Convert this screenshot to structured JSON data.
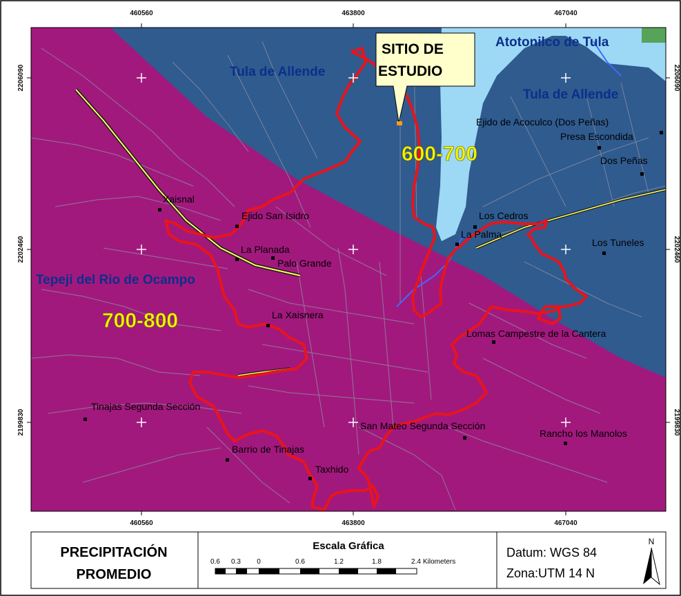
{
  "map": {
    "colors": {
      "zone_700_800": "#a2197e",
      "zone_600_700": "#2f5b8f",
      "water_body": "#9dd8f5",
      "roads": "#8a8a9c",
      "study_boundary": "#e8141c",
      "highway": "#ffff66"
    },
    "ticks_x": [
      "460560",
      "463800",
      "467040"
    ],
    "ticks_y": [
      "2206090",
      "2202460",
      "2199830"
    ],
    "precipitation_labels": {
      "high": "700-800",
      "low": "600-700"
    },
    "municipalities": [
      {
        "id": "tula-left",
        "name": "Tula de Allende"
      },
      {
        "id": "atotonilco",
        "name": "Atotonilco de Tula"
      },
      {
        "id": "tula-right",
        "name": "Tula de Allende"
      },
      {
        "id": "tepeji",
        "name": "Tepeji del Rio de Ocampo"
      }
    ],
    "places": [
      {
        "id": "ejido-acoculco",
        "name": "Ejido de Acoculco (Dos Peñas)"
      },
      {
        "id": "presa-escondida",
        "name": "Presa Escondida"
      },
      {
        "id": "dos-penas",
        "name": "Dos Peñas"
      },
      {
        "id": "xaisnal",
        "name": "Xaisnal"
      },
      {
        "id": "ejido-san-isidro",
        "name": "Ejido San Isidro"
      },
      {
        "id": "los-cedros",
        "name": "Los Cedros"
      },
      {
        "id": "la-palma",
        "name": "La Palma"
      },
      {
        "id": "la-planada",
        "name": "La Planada"
      },
      {
        "id": "palo-grande",
        "name": "Palo Grande"
      },
      {
        "id": "los-tuneles",
        "name": "Los Tuneles"
      },
      {
        "id": "la-xaisnera",
        "name": "La Xaisnera"
      },
      {
        "id": "lomas-campestre",
        "name": "Lomas Campestre de la Cantera"
      },
      {
        "id": "tinajas-segunda",
        "name": "Tinajas Segunda Sección"
      },
      {
        "id": "san-mateo",
        "name": "San Mateo Segunda Sección"
      },
      {
        "id": "rancho-manolos",
        "name": "Rancho los Manolos"
      },
      {
        "id": "barrio-tinajas",
        "name": "Barrio de Tinajas"
      },
      {
        "id": "taxhido",
        "name": "Taxhido"
      }
    ],
    "callout": {
      "line1": "SITIO DE",
      "line2": "ESTUDIO"
    }
  },
  "legend": {
    "title_line1": "PRECIPITACIÓN",
    "title_line2": "PROMEDIO",
    "scale_title": "Escala Gráfica",
    "scale_ticks": [
      "0.6",
      "0.3",
      "0",
      "0.6",
      "1.2",
      "1.8",
      "2.4"
    ],
    "scale_unit": "Kilometers",
    "datum": "Datum: WGS 84",
    "zone": "Zona:UTM 14 N",
    "north": "N"
  }
}
